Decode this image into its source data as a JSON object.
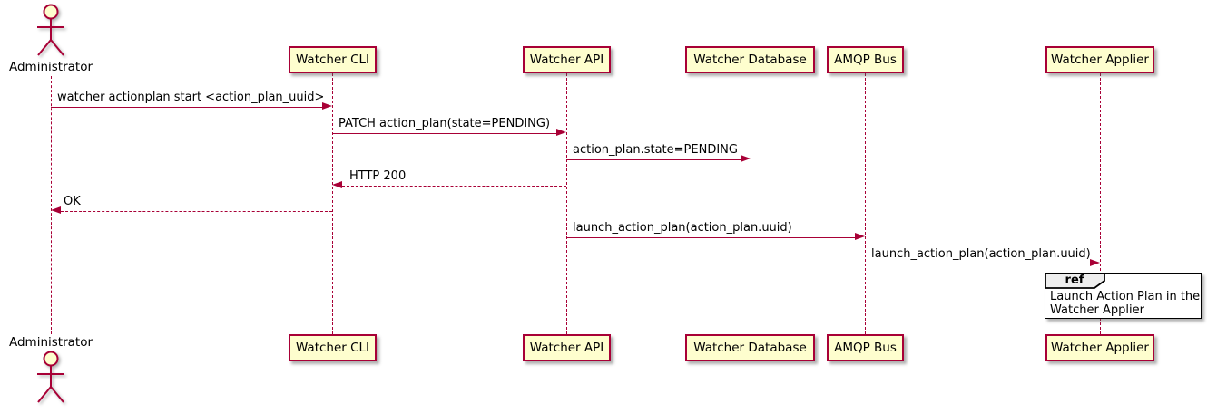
{
  "colors": {
    "participant_fill": "#FEFECE",
    "participant_border": "#A80036",
    "message_line": "#A80036",
    "text": "#000000",
    "ref_tab_fill": "#EEEEEE",
    "ref_border": "#000000"
  },
  "actor": {
    "name": "Administrator"
  },
  "participants": [
    {
      "label": "Watcher CLI"
    },
    {
      "label": "Watcher API"
    },
    {
      "label": "Watcher Database"
    },
    {
      "label": "AMQP Bus"
    },
    {
      "label": "Watcher Applier"
    }
  ],
  "messages": [
    {
      "label": "watcher actionplan start <action_plan_uuid>",
      "from": "Administrator",
      "to": "Watcher CLI",
      "style": "solid"
    },
    {
      "label": "PATCH action_plan(state=PENDING)",
      "from": "Watcher CLI",
      "to": "Watcher API",
      "style": "solid"
    },
    {
      "label": "action_plan.state=PENDING",
      "from": "Watcher API",
      "to": "Watcher Database",
      "style": "solid"
    },
    {
      "label": "HTTP 200",
      "from": "Watcher API",
      "to": "Watcher CLI",
      "style": "dashed"
    },
    {
      "label": "OK",
      "from": "Watcher CLI",
      "to": "Administrator",
      "style": "dashed"
    },
    {
      "label": "launch_action_plan(action_plan.uuid)",
      "from": "Watcher API",
      "to": "AMQP Bus",
      "style": "solid"
    },
    {
      "label": "launch_action_plan(action_plan.uuid)",
      "from": "AMQP Bus",
      "to": "Watcher Applier",
      "style": "solid"
    }
  ],
  "ref": {
    "keyword": "ref",
    "lines": [
      "Launch Action Plan in the",
      "Watcher Applier"
    ]
  }
}
